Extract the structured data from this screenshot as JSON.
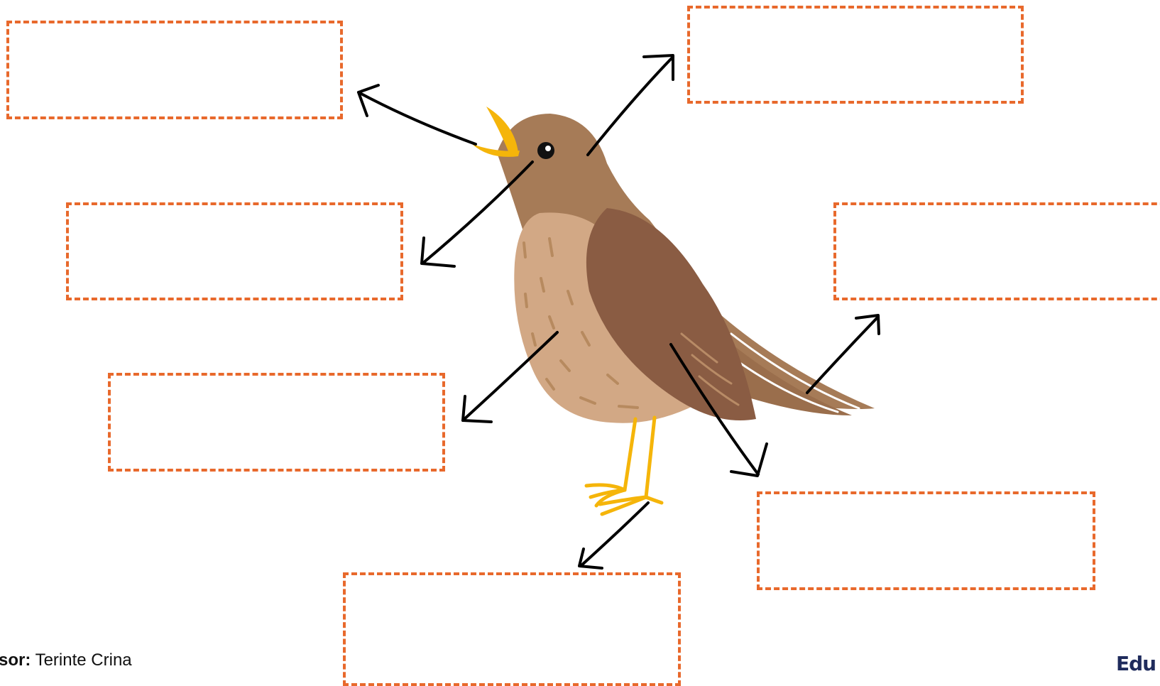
{
  "author": {
    "label": "sor:",
    "name": "Terinte Crina"
  },
  "brand": {
    "text": "Edu"
  },
  "colors": {
    "box_border": "#e8692c",
    "arrow": "#000000",
    "bird_head": "#a67b57",
    "bird_breast": "#d2a885",
    "bird_wing": "#8a5c43",
    "bird_beak": "#f5b50a",
    "bird_legs": "#f5b50a"
  },
  "label_boxes": [
    {
      "id": "beak",
      "text": ""
    },
    {
      "id": "head",
      "text": ""
    },
    {
      "id": "neck",
      "text": ""
    },
    {
      "id": "tail",
      "text": ""
    },
    {
      "id": "body",
      "text": ""
    },
    {
      "id": "wing",
      "text": ""
    },
    {
      "id": "feet",
      "text": ""
    }
  ]
}
